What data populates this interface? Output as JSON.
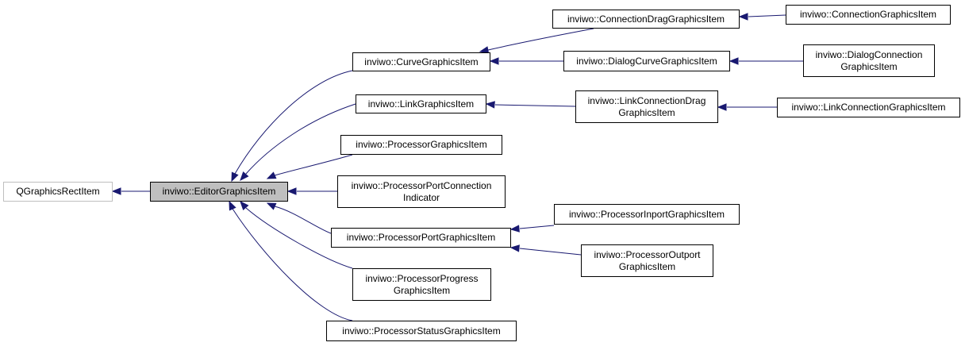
{
  "nodes": {
    "qgraphicsrectitem": [
      "QGraphicsRectItem"
    ],
    "editorgraphicsitem": [
      "inviwo::EditorGraphicsItem"
    ],
    "curvegraphicsitem": [
      "inviwo::CurveGraphicsItem"
    ],
    "linkgraphicsitem": [
      "inviwo::LinkGraphicsItem"
    ],
    "processorgraphicsitem": [
      "inviwo::ProcessorGraphicsItem"
    ],
    "processorportconnectionindicator": [
      "inviwo::ProcessorPortConnection",
      "Indicator"
    ],
    "processorportgraphicsitem": [
      "inviwo::ProcessorPortGraphicsItem"
    ],
    "processorprogressgraphicsitem": [
      "inviwo::ProcessorProgress",
      "GraphicsItem"
    ],
    "processorstatusgraphicsitem": [
      "inviwo::ProcessorStatusGraphicsItem"
    ],
    "connectiondraggraphicsitem": [
      "inviwo::ConnectionDragGraphicsItem"
    ],
    "dialogcurvegraphicsitem": [
      "inviwo::DialogCurveGraphicsItem"
    ],
    "linkconnectiondraggraphicsitem": [
      "inviwo::LinkConnectionDrag",
      "GraphicsItem"
    ],
    "processorinportgraphicsitem": [
      "inviwo::ProcessorInportGraphicsItem"
    ],
    "processoroutportgraphicsitem": [
      "inviwo::ProcessorOutport",
      "GraphicsItem"
    ],
    "connectiongraphicsitem": [
      "inviwo::ConnectionGraphicsItem"
    ],
    "dialogconnectiongraphicsitem": [
      "inviwo::DialogConnection",
      "GraphicsItem"
    ],
    "linkconnectiongraphicsitem": [
      "inviwo::LinkConnectionGraphicsItem"
    ]
  },
  "colors": {
    "edge": "#191970",
    "current_fill": "#bfbfbf",
    "external_border": "#bfbfbf"
  }
}
